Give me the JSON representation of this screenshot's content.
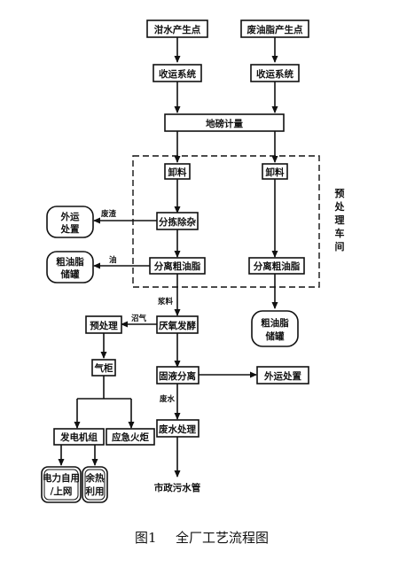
{
  "diagram": {
    "nodes": {
      "sludge_source": "泔水产生点",
      "oil_source": "废油脂产生点",
      "collect_1": "收运系统",
      "collect_2": "收运系统",
      "weighbridge": "地磅计量",
      "unload_1": "卸料",
      "unload_2": "卸料",
      "sorting": "分拣除杂",
      "sep_oil_1": "分离粗油脂",
      "sep_oil_2": "分离粗油脂",
      "external_1_l1": "外运",
      "external_1_l2": "处置",
      "crude_tank_1_l1": "粗油脂",
      "crude_tank_1_l2": "储罐",
      "crude_tank_2_l1": "粗油脂",
      "crude_tank_2_l2": "储罐",
      "anaerobic": "厌氧发酵",
      "pretreat": "预处理",
      "gas_holder": "气柜",
      "generator": "发电机组",
      "flare": "应急火炬",
      "power_l1": "电力自用",
      "power_l2": "/上网",
      "heat_l1": "余热",
      "heat_l2": "利用",
      "solid_liquid": "固液分离",
      "external_2": "外运处置",
      "wastewater_treat": "废水处理",
      "municipal_sewer": "市政污水管"
    },
    "labels": {
      "waste_residue": "废渣",
      "oil": "油",
      "slurry": "浆料",
      "biogas": "沼气",
      "wastewater": "废水"
    },
    "workshop_label": [
      "预",
      "处",
      "理",
      "车",
      "间"
    ]
  },
  "caption": {
    "figure_no": "图1",
    "title": "全厂工艺流程图"
  }
}
